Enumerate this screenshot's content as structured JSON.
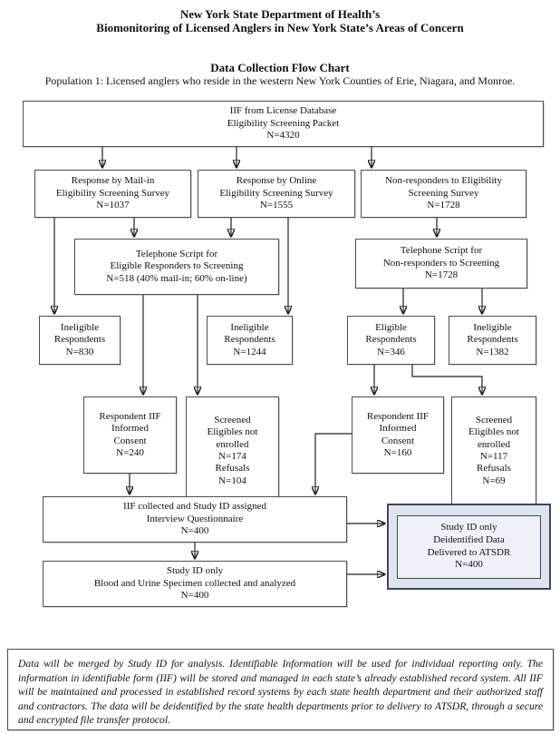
{
  "header": {
    "title_line1": "New York State Department of Health’s",
    "title_line2": "Biomonitoring of Licensed Anglers in New York State’s Areas of Concern",
    "chart_title": "Data Collection Flow Chart",
    "population_line": "Population 1: Licensed anglers who reside in the western New York Counties of Erie, Niagara, and Monroe."
  },
  "flowchart": {
    "nodes": {
      "iif_database": {
        "lines": [
          "IIF from License Database",
          "Eligibility Screening Packet",
          "N=4320"
        ]
      },
      "response_mail": {
        "lines": [
          "Response by Mail-in",
          "Eligibility Screening Survey",
          "N=1037"
        ]
      },
      "response_online": {
        "lines": [
          "Response by Online",
          "Eligibility Screening Survey",
          "N=1555"
        ]
      },
      "non_responders": {
        "lines": [
          "Non-responders to Eligibility",
          "Screening Survey",
          "N=1728"
        ]
      },
      "telephone_eligible": {
        "lines": [
          "Telephone Script for",
          "Eligible Responders to Screening",
          "N=518 (40% mail-in; 60% on-line)"
        ]
      },
      "telephone_nonresponders": {
        "lines": [
          "Telephone Script for",
          "Non-responders to Screening",
          "N=1728"
        ]
      },
      "ineligible_830": {
        "lines": [
          "Ineligible",
          "Respondents",
          "N=830"
        ]
      },
      "ineligible_1244": {
        "lines": [
          "Ineligible",
          "Respondents",
          "N=1244"
        ]
      },
      "eligible_346": {
        "lines": [
          "Eligible",
          "Respondents",
          "N=346"
        ]
      },
      "ineligible_1382": {
        "lines": [
          "Ineligible",
          "Respondents",
          "N=1382"
        ]
      },
      "consent_240": {
        "lines": [
          "Respondent IIF",
          "Informed",
          "Consent",
          "N=240"
        ]
      },
      "screened_174": {
        "lines": [
          "Screened",
          "Eligibles not",
          "enrolled",
          "N=174",
          "Refusals",
          "N=104"
        ]
      },
      "consent_160": {
        "lines": [
          "Respondent IIF",
          "Informed",
          "Consent",
          "N=160"
        ]
      },
      "screened_117": {
        "lines": [
          "Screened",
          "Eligibles not",
          "enrolled",
          "N=117",
          "Refusals",
          "N=69"
        ]
      },
      "iif_collected": {
        "lines": [
          "IIF collected and Study ID assigned",
          "Interview Questionnaire",
          "N=400"
        ]
      },
      "blood_urine": {
        "lines": [
          "Study ID only",
          "Blood and Urine Specimen collected and analyzed",
          "N=400"
        ]
      },
      "atsdr_delivery": {
        "lines": [
          "Study ID only",
          "Deidentified Data",
          "Delivered to ATSDR",
          "N=400"
        ]
      }
    },
    "colors": {
      "atsdr_fill": "#dce4ef",
      "box_border": "#4d4d4d",
      "arrow": "#222222"
    }
  },
  "footer": {
    "note": "Data will be merged by Study ID for analysis.  Identifiable Information will be used for individual reporting only. The information in identifiable form (IIF) will be stored and managed in each state’s already established record system. All IIF will be maintained and processed in established record systems by each state health department and their authorized staff and contractors. The data will be deidentified by the state health departments prior to delivery to ATSDR, through a secure and encrypted file transfer protocol."
  }
}
